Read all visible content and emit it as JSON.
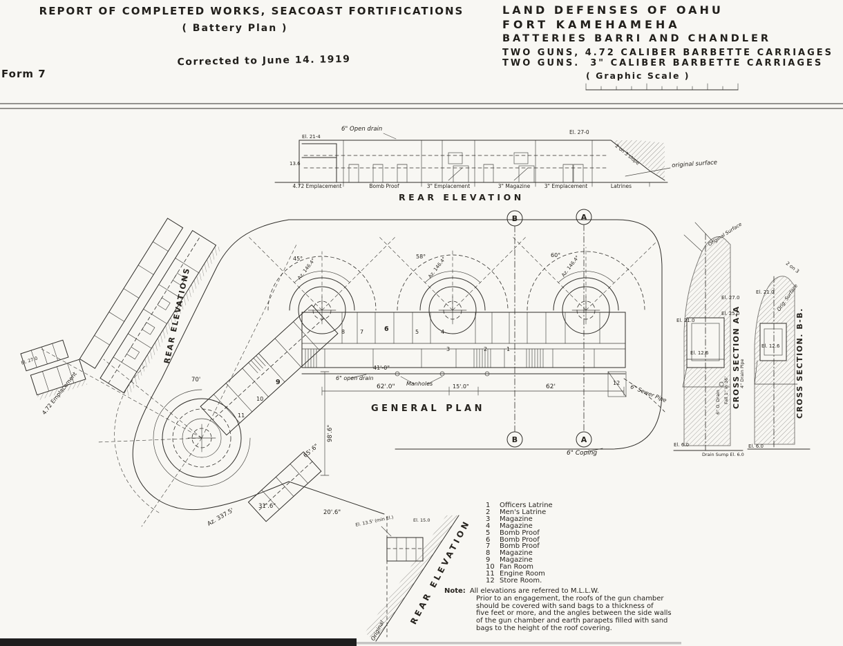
{
  "header": {
    "form": "Form 7",
    "left_title": "REPORT OF COMPLETED WORKS, SEACOAST FORTIFICATIONS",
    "left_subtitle": "( Battery Plan )",
    "left_corrected": "Corrected to June 14. 1919",
    "right_line1": "LAND DEFENSES OF OAHU",
    "right_line2": "FORT KAMEHAMEHA",
    "right_line3": "BATTERIES BARRI AND CHANDLER",
    "right_line4": "TWO GUNS, 4.72 CALIBER BARBETTE CARRIAGES",
    "right_line5": "TWO GUNS.  3\" CALIBER BARBETTE CARRIAGES",
    "right_scale": "( Graphic Scale )"
  },
  "elevation_top": {
    "title": "REAR ELEVATION",
    "open_drain": "6\" Open drain",
    "el_right": "El. 27-0",
    "el_left": "El. 21-4",
    "el_small": "13.6",
    "slope_note": "2 on 3 slope",
    "original_surface": "original surface",
    "sections": [
      "4.72 Emplacement",
      "Bomb Proof",
      "3\" Emplacement",
      "3\" Magazine",
      "3\" Emplacement",
      "Latrines"
    ]
  },
  "plan": {
    "title": "GENERAL PLAN",
    "marker_a": "A",
    "marker_b": "B",
    "dim_62a": "62'.0\"",
    "dim_15": "15'.0\"",
    "dim_62b": "62'",
    "dim_41": "41'-0\"",
    "dim_98": "98'.6\"",
    "dim_65": "65'.6\"",
    "dim_70": "70'",
    "dim_31": "31'.6\"",
    "dim_20": "20'.6\"",
    "open_drain": "6\" open drain",
    "manholes": "Manholes",
    "sewer": "6\" Sewer Pipe",
    "coping": "6\" Coping",
    "az_bottom": "Az. 337.5'",
    "az_left": "Az. 146.4°",
    "az_mid": "Az. 146.4°",
    "az_right": "Az. 146.4°",
    "arc_left": "45°",
    "arc_mid": "58°",
    "arc_right": "60°",
    "room_numbers": [
      "1",
      "2",
      "3",
      "4",
      "5",
      "6",
      "7",
      "8",
      "9",
      "10",
      "11",
      "12"
    ]
  },
  "wing": {
    "title": "REAR ELEVATIONS"
  },
  "far_left": {
    "label": "4.72 Emplacement",
    "el": "El. 27.0"
  },
  "cross_a": {
    "title": "CROSS SECTION A-A",
    "orig": "Original Surface",
    "el_27": "El. 27.0",
    "el_25": "El. 25.0",
    "el_21": "El. 21.0",
    "el_12": "El. 12.6",
    "el_6": "El. 6.0",
    "drain": "6\" O. Drain",
    "drain_pipe": "4\" Drain Pipe",
    "sump": "Drain Sump El. 6.0",
    "fall": "Fall 1\" in 36'"
  },
  "cross_b": {
    "title": "CROSS SECTION. B-B.",
    "orig": "Orig. Surface",
    "slope": "2 on 3",
    "el_21": "El. 21.0",
    "el_12": "El. 12.6",
    "el_6": "El. 6.0"
  },
  "elevation_bl": {
    "title": "REAR ELEVATION",
    "el_a": "El. 13.5' (min El.)",
    "el_b": "El. 15.0",
    "original": "Original"
  },
  "legend": {
    "items": [
      {
        "num": "1",
        "label": "Officers Latrine"
      },
      {
        "num": "2",
        "label": "Men's Latrine"
      },
      {
        "num": "3",
        "label": "Magazine"
      },
      {
        "num": "4",
        "label": "Magazine"
      },
      {
        "num": "5",
        "label": "Bomb Proof"
      },
      {
        "num": "6",
        "label": "Bomb Proof"
      },
      {
        "num": "7",
        "label": "Bomb Proof"
      },
      {
        "num": "8",
        "label": "Magazine"
      },
      {
        "num": "9",
        "label": "Magazine"
      },
      {
        "num": "10",
        "label": "Fan Room"
      },
      {
        "num": "11",
        "label": "Engine Room"
      },
      {
        "num": "12",
        "label": "Store Room."
      }
    ]
  },
  "note": {
    "label": "Note:",
    "lines": [
      "All elevations are referred to M.L.L.W.",
      "Prior to an engagement, the roofs of the gun chamber",
      "should be covered with sand bags to a thickness of",
      "five feet or more, and the angles between the side walls",
      "of the gun chamber and earth parapets filled with sand",
      "bags to the height of the roof covering."
    ]
  }
}
